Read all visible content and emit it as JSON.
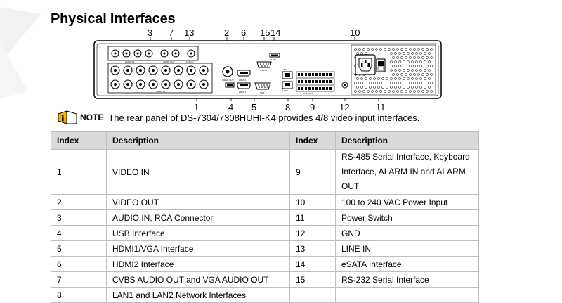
{
  "title": "Physical Interfaces",
  "callout_numbers": [
    "3",
    "7",
    "13",
    "2",
    "6",
    "15",
    "14",
    "10",
    "1",
    "4",
    "5",
    "8",
    "9",
    "12",
    "11"
  ],
  "panel_labels": {
    "audio_in": "AUDIO IN",
    "audio_out": "AUDIO OUT",
    "line_in": "LINE IN",
    "video_in": "VIDEO IN",
    "video_out": "VIDEO OUT",
    "hdmi2": "HDMI 2",
    "hdmi1": "HDMI 1",
    "vga": "VGA",
    "rs232": "RS-232",
    "esata": "eSATA",
    "lan1": "LAN1",
    "lan2": "LAN2",
    "alarm": "ALARM IN"
  },
  "note": {
    "label": "NOTE",
    "text": "The rear panel of DS-7304/7308HUHI-K4 provides 4/8 video input interfaces."
  },
  "table": {
    "headers": [
      "Index",
      "Description",
      "Index",
      "Description"
    ],
    "rows": [
      [
        "1",
        "VIDEO IN",
        "9",
        "RS-485 Serial Interface, Keyboard Interface, ALARM IN and ALARM OUT"
      ],
      [
        "2",
        "VIDEO OUT",
        "10",
        "100 to 240 VAC Power Input"
      ],
      [
        "3",
        "AUDIO IN, RCA Connector",
        "11",
        "Power Switch"
      ],
      [
        "4",
        "USB Interface",
        "12",
        "GND"
      ],
      [
        "5",
        "HDMI1/VGA Interface",
        "13",
        "LINE IN"
      ],
      [
        "6",
        "HDMI2 Interface",
        "14",
        "eSATA Interface"
      ],
      [
        "7",
        "CVBS AUDIO OUT and VGA AUDIO OUT",
        "15",
        "RS-232 Serial Interface"
      ],
      [
        "8",
        "LAN1 and LAN2 Network Interfaces",
        "",
        ""
      ]
    ]
  }
}
